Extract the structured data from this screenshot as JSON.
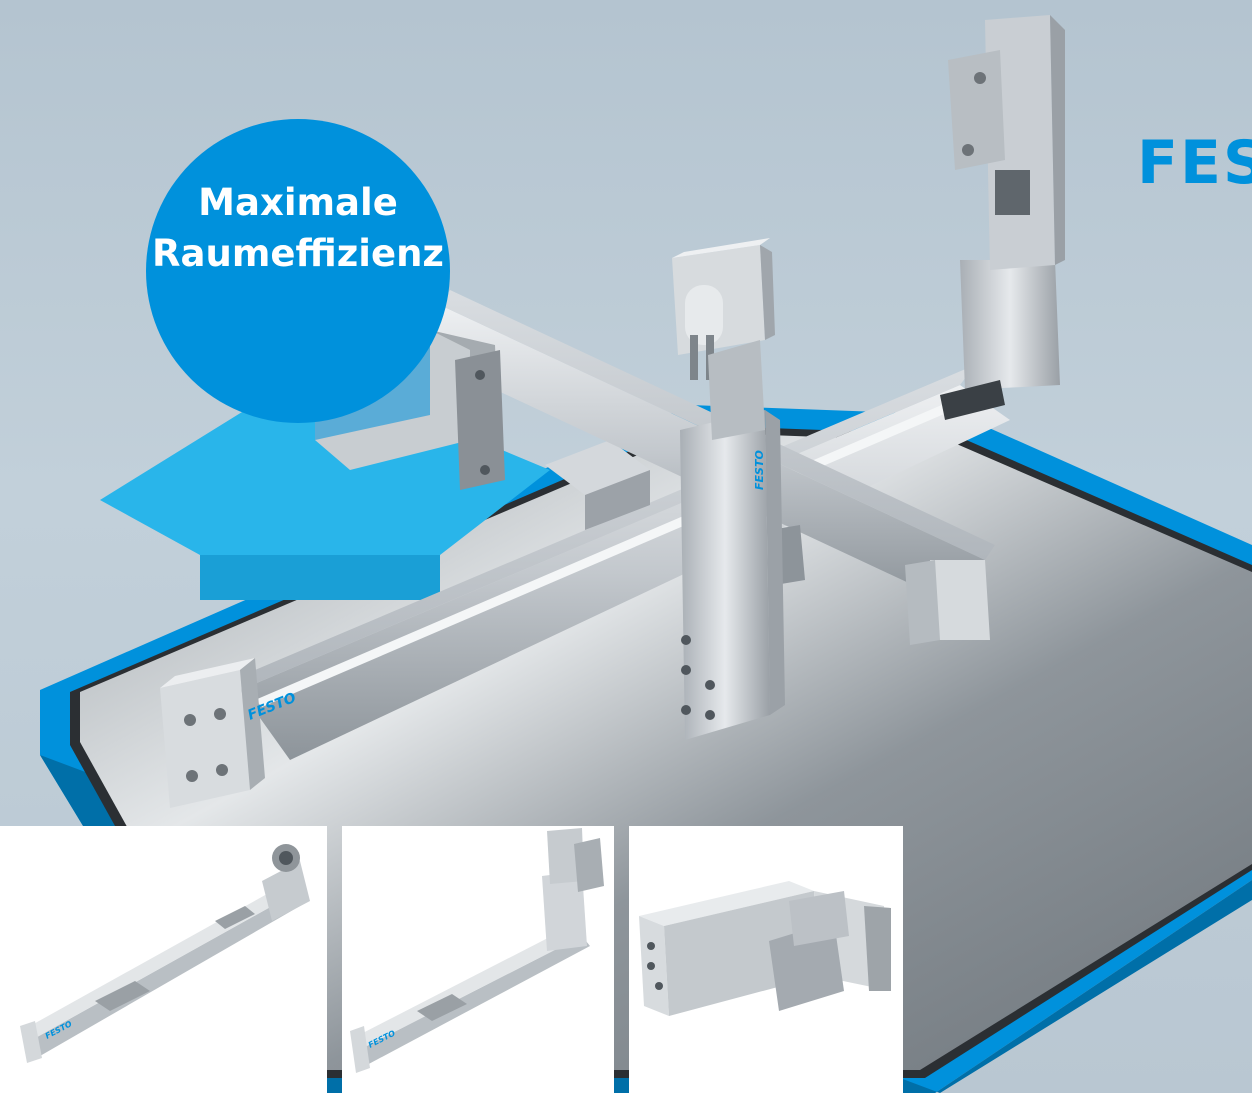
{
  "brand": {
    "logo_text": "FESTO",
    "logo_color": "#0091dc"
  },
  "badge": {
    "line1": "Maximale",
    "line2": "Raumeffizienz",
    "color": "#0091dc"
  },
  "product_labels": {
    "main_axis": "FESTO",
    "vertical_axis": "FESTO",
    "thumb_1": "FESTO",
    "thumb_2": "FESTO"
  },
  "colors": {
    "background": "#bccbd6",
    "accent_blue": "#0091dc",
    "light_blue": "#29b5ea",
    "aluminium": "#c9ced3"
  },
  "thumbnails": [
    {
      "name": "axis-inline-motor",
      "icon": "linear-axis-inline-motor-image"
    },
    {
      "name": "axis-vertical-motor",
      "icon": "linear-axis-vertical-motor-image"
    },
    {
      "name": "compact-slide",
      "icon": "compact-slide-motor-image"
    }
  ]
}
